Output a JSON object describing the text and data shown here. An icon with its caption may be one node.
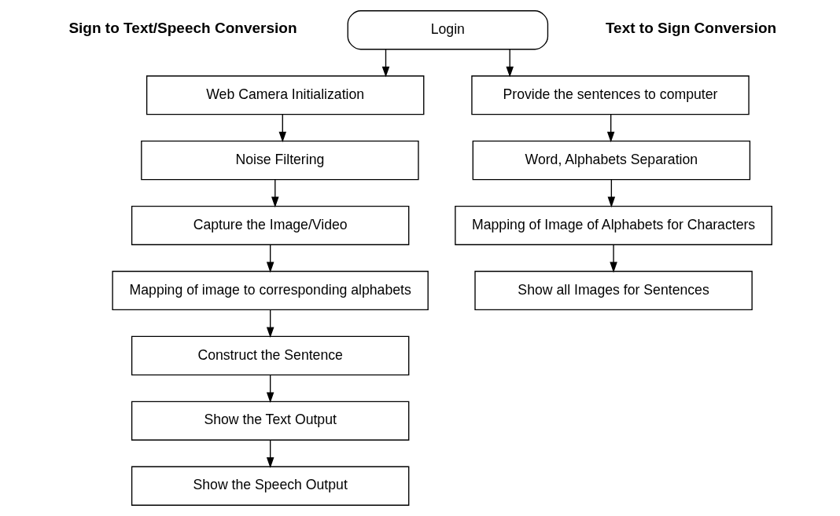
{
  "diagram": {
    "nodes": [
      {
        "text": [
          "Login"
        ]
      },
      {
        "text": [
          "Web Camera Initialization"
        ]
      },
      {
        "text": [
          "Noise Filtering"
        ]
      },
      {
        "text": [
          "Capture the Image/Video"
        ]
      },
      {
        "text": [
          "Mapping of image to corresponding alphabets"
        ]
      },
      {
        "text": [
          "Construct the Sentence"
        ]
      },
      {
        "text": [
          "Show the Text Output"
        ]
      },
      {
        "text": [
          "Show the Speech Output"
        ]
      },
      {
        "text": [
          "Provide the sentences to computer"
        ]
      },
      {
        "text": [
          "Word, Alphabets Separation"
        ]
      },
      {
        "text": [
          "Mapping of Image of Alphabets for Characters"
        ]
      },
      {
        "text": [
          "Show all Images for Sentences"
        ]
      }
    ],
    "edges": [
      {
        "from": 0,
        "to": 1,
        "arrow": "to"
      },
      {
        "from": 0,
        "to": 8,
        "arrow": "to"
      },
      {
        "from": 1,
        "to": 2,
        "arrow": "to"
      },
      {
        "from": 2,
        "to": 3,
        "arrow": "to"
      },
      {
        "from": 3,
        "to": 4,
        "arrow": "to"
      },
      {
        "from": 4,
        "to": 5,
        "arrow": "to"
      },
      {
        "from": 5,
        "to": 6,
        "arrow": "to"
      },
      {
        "from": 6,
        "to": 7,
        "arrow": "to"
      },
      {
        "from": 8,
        "to": 9,
        "arrow": "to"
      },
      {
        "from": 9,
        "to": 10,
        "arrow": "to"
      },
      {
        "from": 10,
        "to": 11,
        "arrow": "to"
      }
    ],
    "labels": [
      "Sign to Text/Speech Conversion",
      "Text to Sign Conversion"
    ]
  }
}
